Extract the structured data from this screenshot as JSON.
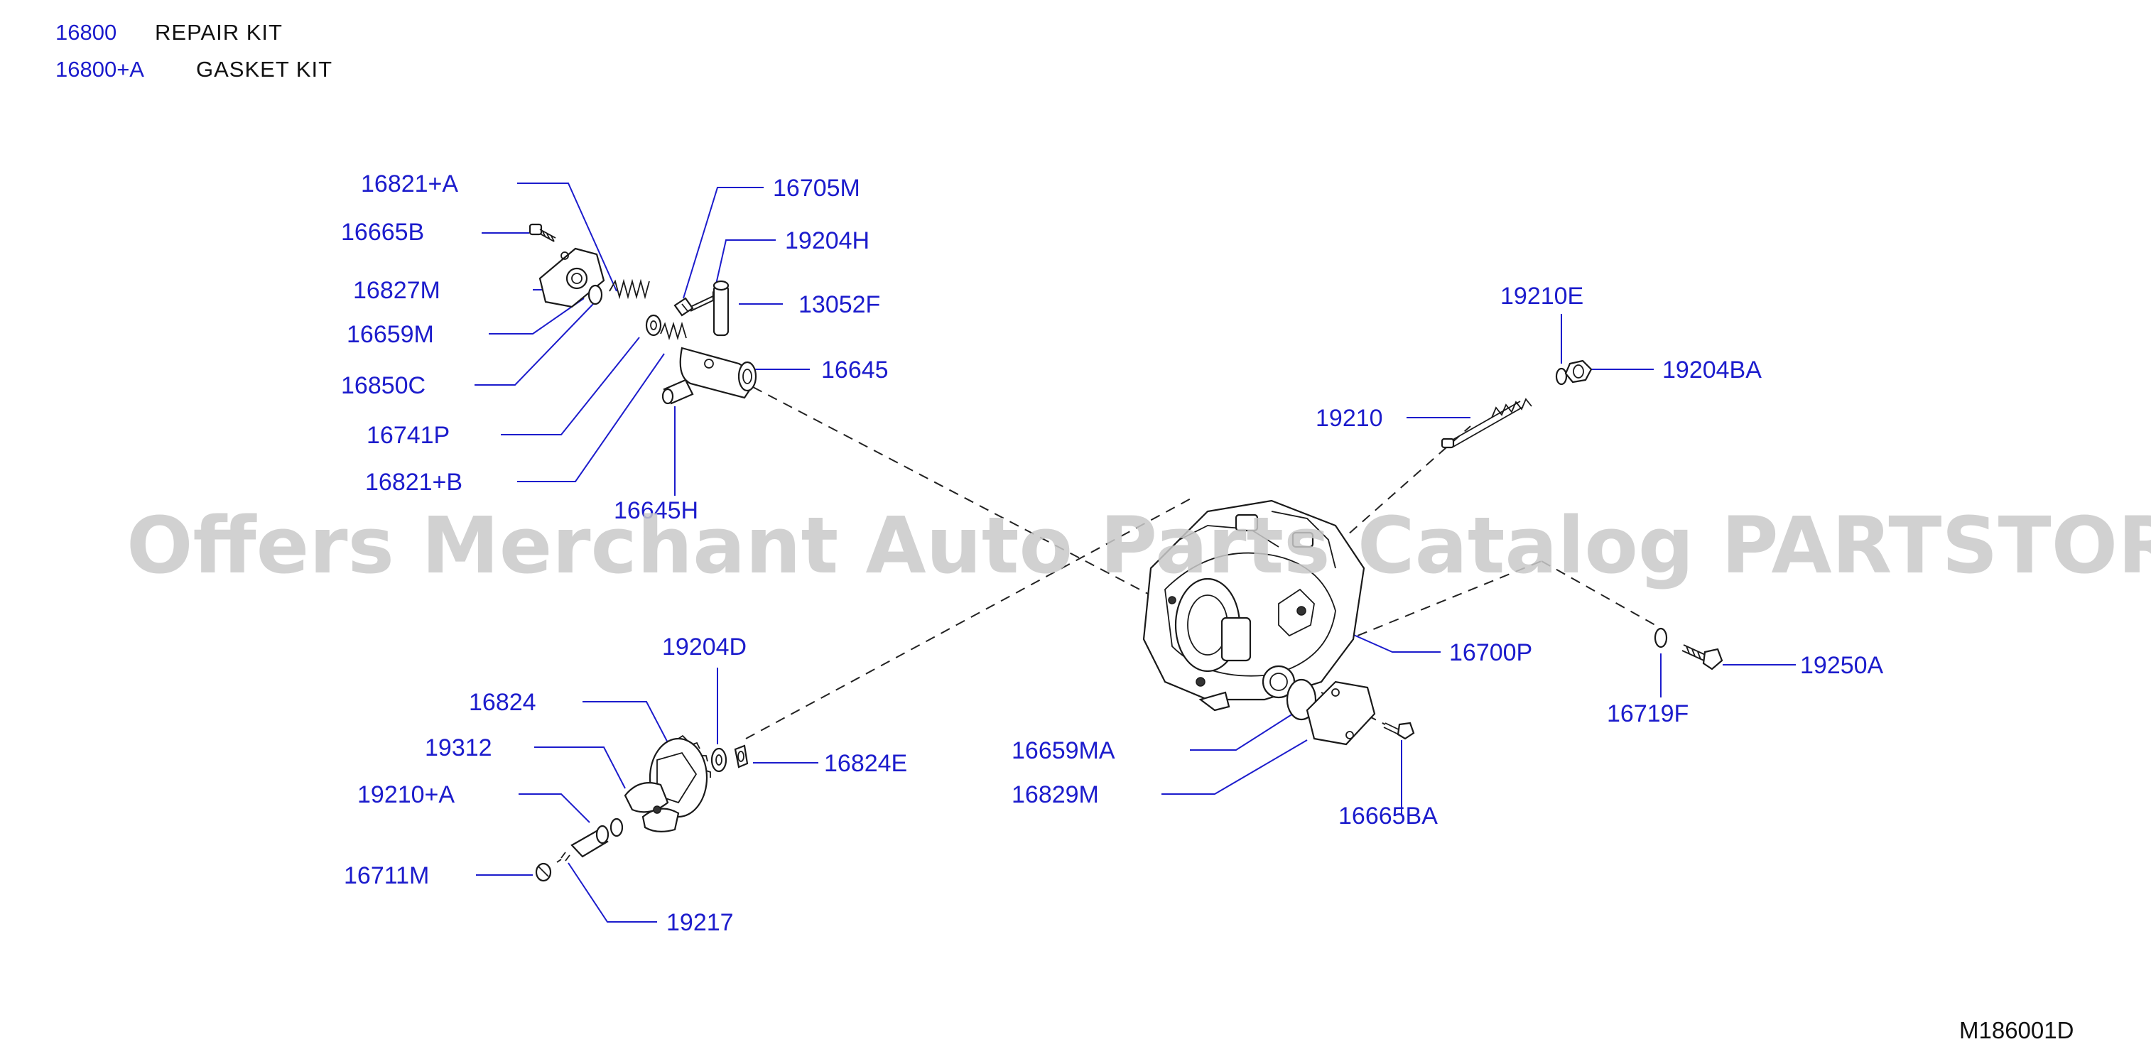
{
  "kits": [
    {
      "part_no": "16800",
      "desc": "REPAIR   KIT"
    },
    {
      "part_no": "16800+A",
      "desc": "GASKET   KIT"
    }
  ],
  "callouts": [
    {
      "id": "16821A",
      "text": "16821+A"
    },
    {
      "id": "16665B",
      "text": "16665B"
    },
    {
      "id": "16827M",
      "text": "16827M"
    },
    {
      "id": "16659M",
      "text": "16659M"
    },
    {
      "id": "16850C",
      "text": "16850C"
    },
    {
      "id": "16741P",
      "text": "16741P"
    },
    {
      "id": "16821B",
      "text": "16821+B"
    },
    {
      "id": "16705M",
      "text": "16705M"
    },
    {
      "id": "19204H",
      "text": "19204H"
    },
    {
      "id": "13052F",
      "text": "13052F"
    },
    {
      "id": "16645",
      "text": "16645"
    },
    {
      "id": "16645H",
      "text": "16645H"
    },
    {
      "id": "19210E",
      "text": "19210E"
    },
    {
      "id": "19204BA",
      "text": "19204BA"
    },
    {
      "id": "19210",
      "text": "19210"
    },
    {
      "id": "16700P",
      "text": "16700P"
    },
    {
      "id": "16719F",
      "text": "16719F"
    },
    {
      "id": "19250A",
      "text": "19250A"
    },
    {
      "id": "19204D",
      "text": "19204D"
    },
    {
      "id": "16824",
      "text": "16824"
    },
    {
      "id": "19312",
      "text": "19312"
    },
    {
      "id": "19210A",
      "text": "19210+A"
    },
    {
      "id": "16711M",
      "text": "16711M"
    },
    {
      "id": "19217",
      "text": "19217"
    },
    {
      "id": "16824E",
      "text": "16824E"
    },
    {
      "id": "16659MA",
      "text": "16659MA"
    },
    {
      "id": "16829M",
      "text": "16829M"
    },
    {
      "id": "16665BA",
      "text": "16665BA"
    }
  ],
  "watermark": "Offers Merchant Auto Parts Catalog PARTSTORE.SA",
  "diagram_code": "M186001D",
  "colors": {
    "label": "#1c1ccc",
    "line": "#1a1a1a",
    "watermark": "#c9c9c9"
  }
}
